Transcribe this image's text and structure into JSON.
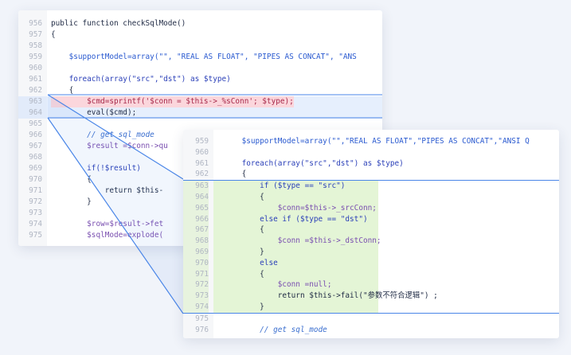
{
  "back_panel": {
    "lines": [
      {
        "n": "956",
        "code": "public function checkSqlMode()"
      },
      {
        "n": "957",
        "code": "{"
      },
      {
        "n": "958",
        "code": ""
      },
      {
        "n": "959",
        "code": "    $supportModel=array(\"\", \"REAL AS FLOAT\", \"PIPES AS CONCAT\", \"ANS"
      },
      {
        "n": "960",
        "code": ""
      },
      {
        "n": "961",
        "code": "    foreach(array(\"src\",\"dst\") as $type)"
      },
      {
        "n": "962",
        "code": "    {"
      },
      {
        "n": "963",
        "code": "        $cmd=sprintf('$conn = $this->_%sConn'; $type);"
      },
      {
        "n": "964",
        "code": "        eval($cmd);"
      },
      {
        "n": "965",
        "code": ""
      },
      {
        "n": "966",
        "code": "        // get sql_mode"
      },
      {
        "n": "967",
        "code": "        $result =$conn->qu"
      },
      {
        "n": "968",
        "code": ""
      },
      {
        "n": "969",
        "code": "        if(!$result)"
      },
      {
        "n": "970",
        "code": "        {"
      },
      {
        "n": "971",
        "code": "            return $this-"
      },
      {
        "n": "972",
        "code": "        }"
      },
      {
        "n": "973",
        "code": ""
      },
      {
        "n": "974",
        "code": "        $row=$result->fet"
      },
      {
        "n": "975",
        "code": "        $sqlMode=explode("
      }
    ]
  },
  "front_panel": {
    "lines": [
      {
        "n": "959",
        "code": "    $supportModel=array(\"\",\"REAL AS FLOAT\",\"PIPES AS CONCAT\",\"ANSI Q"
      },
      {
        "n": "960",
        "code": ""
      },
      {
        "n": "961",
        "code": "    foreach(array(\"src\",\"dst\") as $type)"
      },
      {
        "n": "962",
        "code": "    {"
      },
      {
        "n": "963",
        "code": "        if ($type == \"src\")"
      },
      {
        "n": "964",
        "code": "        {"
      },
      {
        "n": "965",
        "code": "            $conn=$this->_srcConn;"
      },
      {
        "n": "966",
        "code": "        else if ($type == \"dst\")"
      },
      {
        "n": "967",
        "code": "        {"
      },
      {
        "n": "968",
        "code": "            $conn =$this->_dstConn;"
      },
      {
        "n": "969",
        "code": "        }"
      },
      {
        "n": "970",
        "code": "        else"
      },
      {
        "n": "971",
        "code": "        {"
      },
      {
        "n": "972",
        "code": "            $conn =null;"
      },
      {
        "n": "973",
        "code": "            return $this->fail(\"参数不符合逻辑\") ;"
      },
      {
        "n": "974",
        "code": "        }"
      },
      {
        "n": "975",
        "code": ""
      },
      {
        "n": "976",
        "code": "        // get sql_mode"
      }
    ]
  },
  "colors": {
    "background": "#f1f4fa",
    "connector": "#4a86e8",
    "highlight_green": "#e4f5d6",
    "highlight_red": "#fbd6dc"
  }
}
